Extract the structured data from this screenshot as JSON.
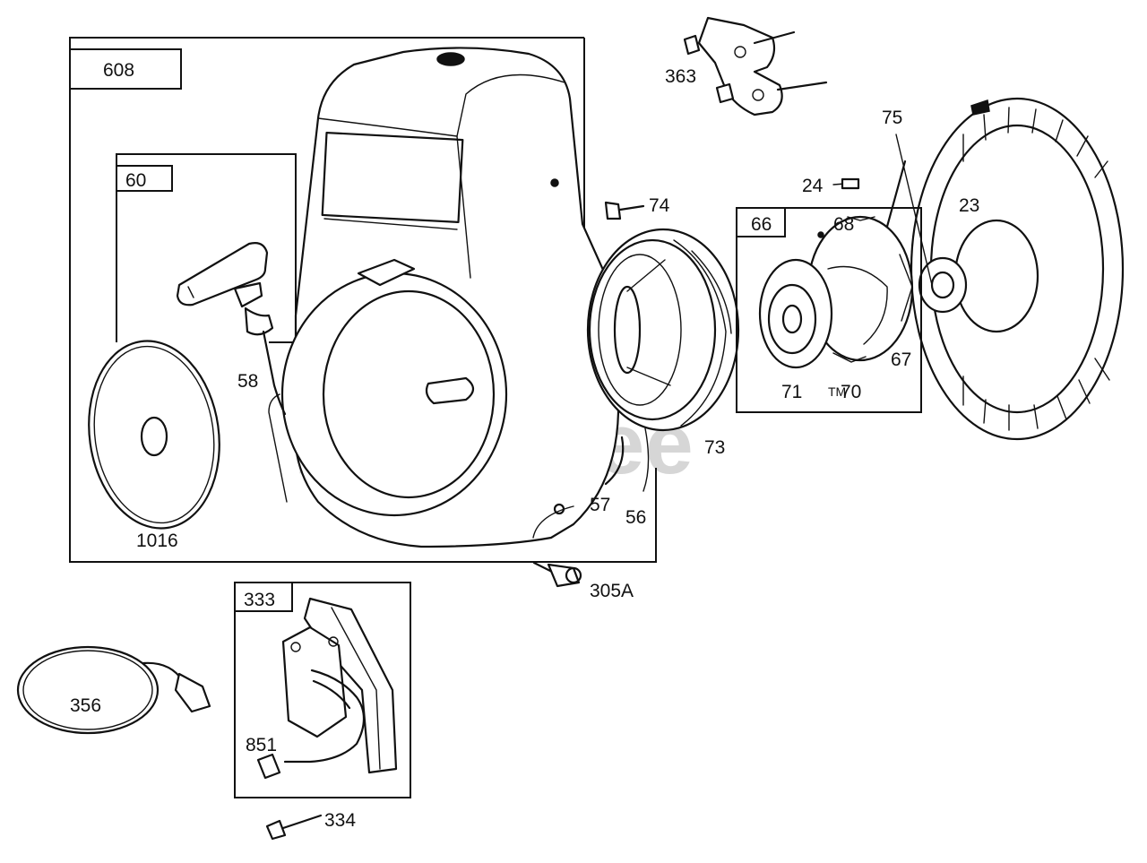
{
  "watermark": "PartsTree",
  "trademark": "TM",
  "callouts": {
    "p608": "608",
    "p60": "60",
    "p58": "58",
    "p1016": "1016",
    "p363": "363",
    "p74": "74",
    "p75": "75",
    "p24": "24",
    "p23": "23",
    "p66": "66",
    "p68": "68",
    "p67": "67",
    "p71": "71",
    "p70": "70",
    "p73": "73",
    "p57": "57",
    "p56": "56",
    "p305a": "305A",
    "p333": "333",
    "p356": "356",
    "p851": "851",
    "p334": "334"
  }
}
